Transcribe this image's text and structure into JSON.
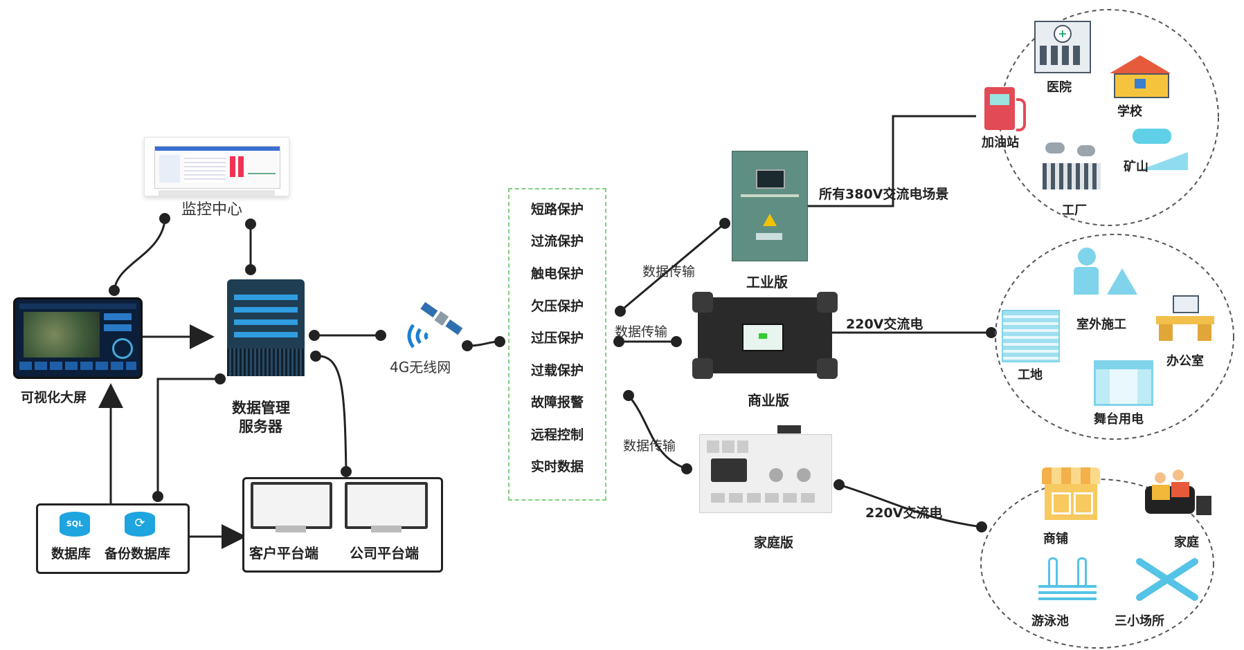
{
  "monitor_center": "监控中心",
  "visual_screen": "可视化大屏",
  "server": {
    "line1": "数据管理",
    "line2": "服务器"
  },
  "database": "数据库",
  "backup_database": "备份数据库",
  "sql_badge": "SQL",
  "client_platform": "客户平台端",
  "company_platform": "公司平台端",
  "network": "4G无线网",
  "features": [
    "短路保护",
    "过流保护",
    "触电保护",
    "欠压保护",
    "过压保护",
    "过载保护",
    "故障报警",
    "远程控制",
    "实时数据"
  ],
  "data_transfer": "数据传输",
  "industrial": {
    "name": "工业版",
    "link_label": "所有380V交流电场景",
    "scenes": [
      "医院",
      "学校",
      "加油站",
      "矿山",
      "工厂"
    ]
  },
  "commercial": {
    "name": "商业版",
    "link_label": "220V交流电",
    "scenes": [
      "室外施工",
      "工地",
      "办公室",
      "舞台用电"
    ]
  },
  "home": {
    "name": "家庭版",
    "link_label": "220V交流电",
    "scenes": [
      "商铺",
      "家庭",
      "游泳池",
      "三小场所"
    ]
  },
  "colors": {
    "line": "#222222",
    "feature_border": "#7fcf7f",
    "icon_blue": "#2aa9e0",
    "circle": "#555555"
  }
}
